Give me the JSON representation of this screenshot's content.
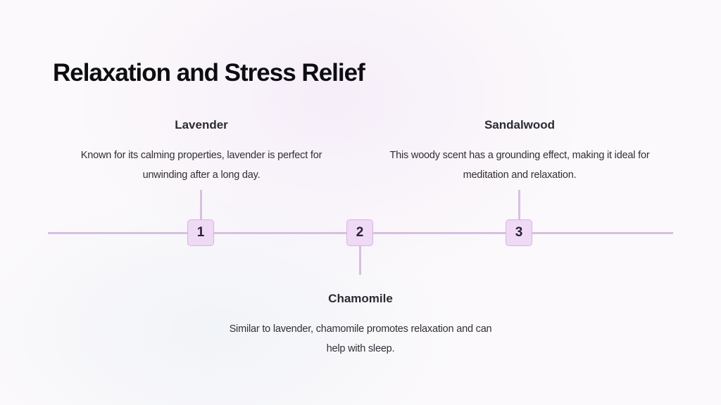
{
  "title": "Relaxation and Stress Relief",
  "steps": [
    {
      "number": "1",
      "title": "Lavender",
      "description": "Known for its calming properties, lavender is perfect for unwinding after a long day."
    },
    {
      "number": "2",
      "title": "Chamomile",
      "description": "Similar to lavender, chamomile promotes relaxation and can help with sleep."
    },
    {
      "number": "3",
      "title": "Sandalwood",
      "description": "This woody scent has a grounding effect, making it ideal for meditation and relaxation."
    }
  ],
  "colors": {
    "line": "#d8bfe2",
    "marker_fill": "#efd9f5",
    "title_text": "#0d0d12"
  }
}
